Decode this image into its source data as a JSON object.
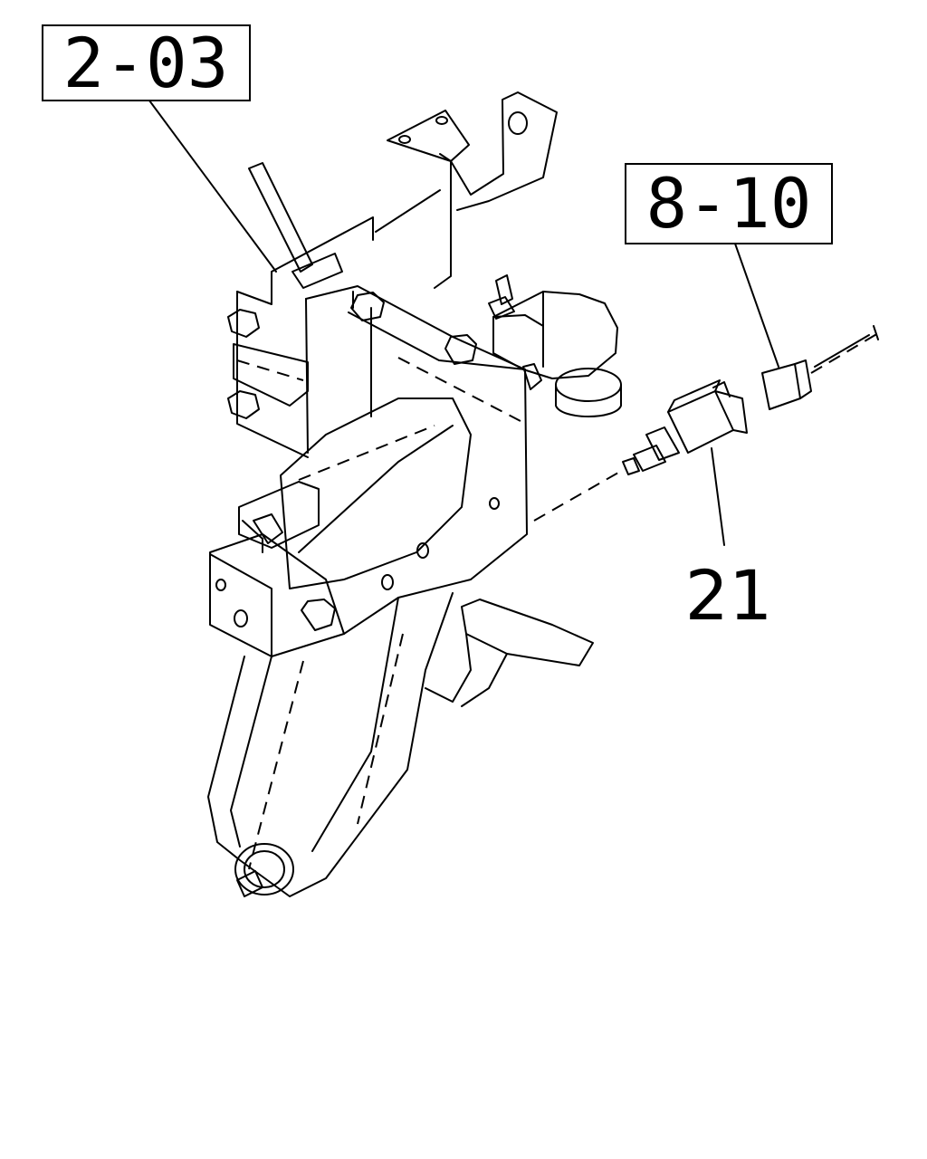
{
  "callouts": [
    {
      "id": "ref-2-03",
      "text": "2-03"
    },
    {
      "id": "ref-8-10",
      "text": "8-10"
    }
  ],
  "part_labels": [
    {
      "id": "part-21",
      "text": "21"
    }
  ]
}
